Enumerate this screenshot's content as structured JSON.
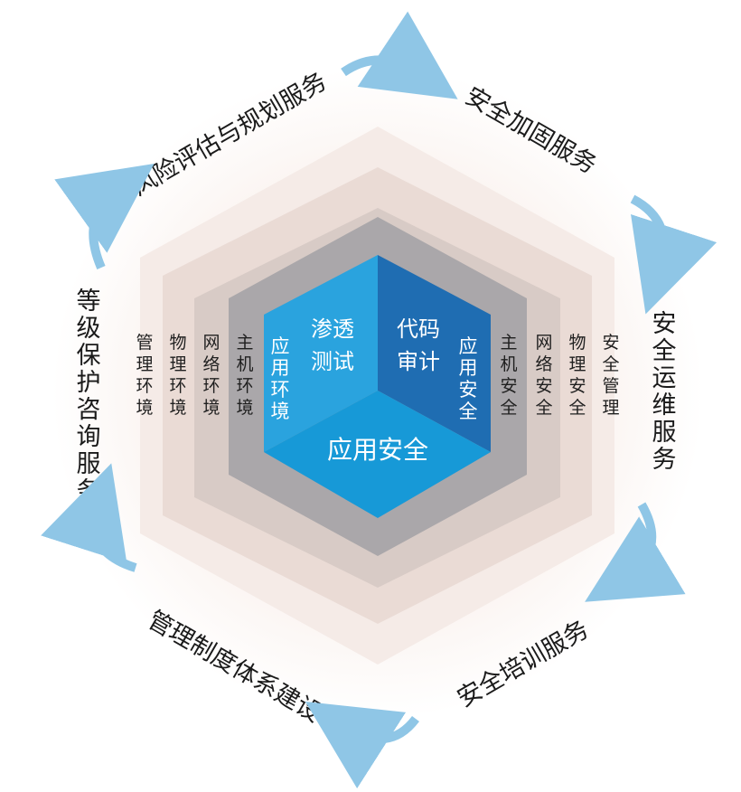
{
  "colors": {
    "outer_glow": "#fbf4f1",
    "hex_outer": "#f3e6e1",
    "hex_mid": "#e8d7d0",
    "hex_inner": "#a8a6a9",
    "hex_core_bg": "#d9d4d4",
    "cube_left": "#2ba3dd",
    "cube_right": "#1f6fb3",
    "cube_bottom": "#159ad6",
    "arrow": "#8fc6e6"
  },
  "services": {
    "top_left": "风险评估与规划服务",
    "top_right": "安全加固服务",
    "right": "安全运维服务",
    "bottom_right": "安全培训服务",
    "bottom_left": "管理制度体系建设",
    "left": "等级保护咨询服务"
  },
  "left_rings": [
    "管理环境",
    "物理环境",
    "网络环境",
    "主机环境",
    "应用环境"
  ],
  "right_rings": [
    "安全管理",
    "物理安全",
    "网络安全",
    "主机安全",
    "应用安全"
  ],
  "cube": {
    "left_face": [
      "渗透",
      "测试"
    ],
    "right_face": [
      "代码",
      "审计"
    ],
    "bottom_face": "应用安全"
  },
  "arrow_icon": "circular-arrow-icon"
}
